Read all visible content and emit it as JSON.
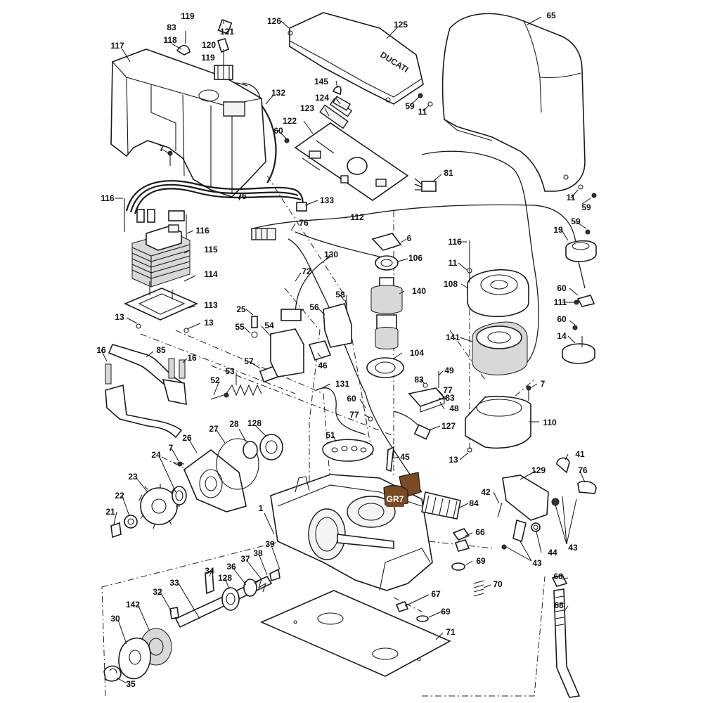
{
  "diagram": {
    "highlight_color": "#7a4a22",
    "highlight_badge": "GR7",
    "part_labels": [
      "119",
      "83",
      "121",
      "118",
      "120",
      "119",
      "117",
      "126",
      "125",
      "65",
      "145",
      "124",
      "123",
      "132",
      "122",
      "60",
      "59",
      "11",
      "7",
      "81",
      "133",
      "76",
      "112",
      "116",
      "116",
      "76",
      "6",
      "106",
      "116",
      "11",
      "115",
      "19",
      "59",
      "72",
      "130",
      "114",
      "140",
      "108",
      "58",
      "60",
      "111",
      "60",
      "13",
      "113",
      "13",
      "25",
      "56",
      "55",
      "54",
      "14",
      "46",
      "141",
      "104",
      "85",
      "16",
      "16",
      "57",
      "53",
      "52",
      "131",
      "83",
      "49",
      "77",
      "83",
      "7",
      "48",
      "60",
      "77",
      "127",
      "110",
      "27",
      "28",
      "128",
      "26",
      "51",
      "45",
      "13",
      "24",
      "41",
      "7",
      "129",
      "76",
      "23",
      "42",
      "84",
      "22",
      "21",
      "1",
      "66",
      "43",
      "44",
      "43",
      "69",
      "39",
      "37",
      "38",
      "34",
      "36",
      "128",
      "70",
      "33",
      "32",
      "67",
      "66",
      "142",
      "68",
      "30",
      "69",
      "71",
      "35",
      "11",
      "59"
    ]
  }
}
